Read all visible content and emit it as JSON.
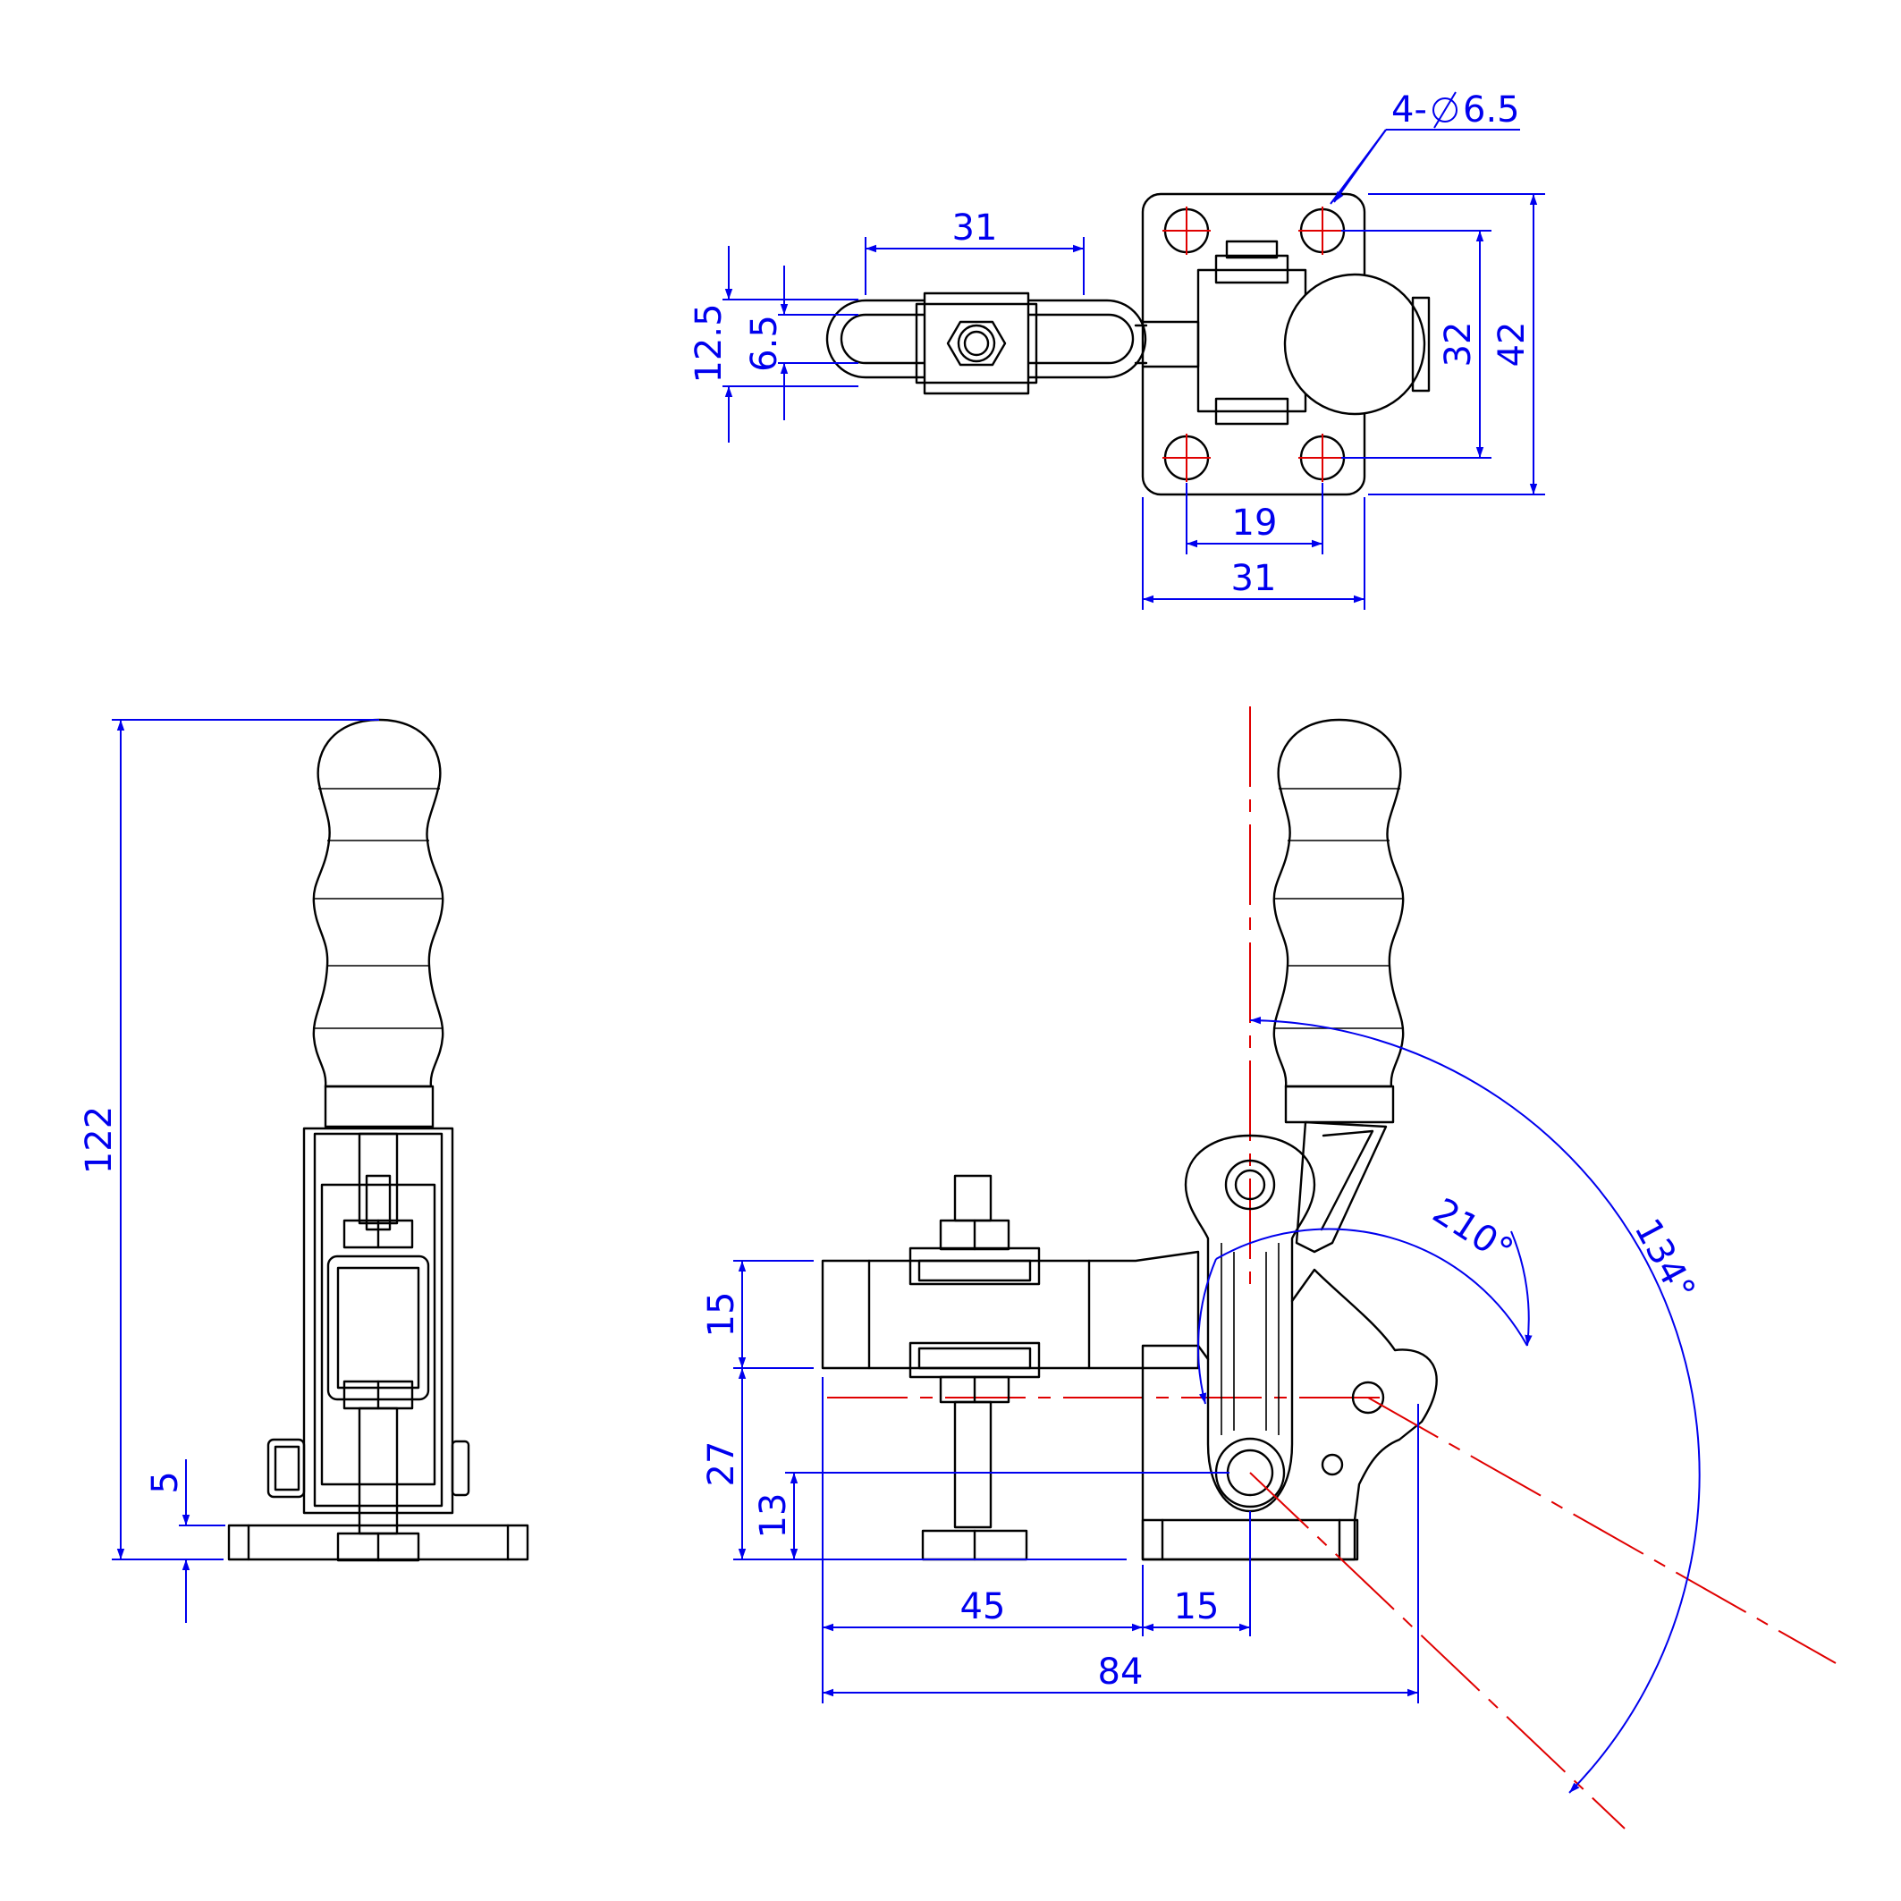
{
  "top_view": {
    "hole_callout": "4-",
    "hole_dia": "6.5",
    "dim_spindle_length": "31",
    "dim_slot_width": "12.5",
    "dim_slot_inner": "6.5",
    "dim_hole_spacing_v": "32",
    "dim_base_height": "42",
    "dim_hole_spacing_h": "19",
    "dim_base_width": "31"
  },
  "front_view": {
    "dim_overall_height": "122",
    "dim_base_thickness": "5"
  },
  "side_view": {
    "dim_bar_height": "15",
    "dim_pivot_height": "27",
    "dim_pivot_low": "13",
    "dim_reach": "45",
    "dim_offset": "15",
    "dim_overall_length": "84",
    "angle_open": "210°",
    "angle_handle": "134°"
  },
  "colors": {
    "outline": "#000000",
    "dimension": "#0000ee",
    "centerline": "#e00000"
  }
}
